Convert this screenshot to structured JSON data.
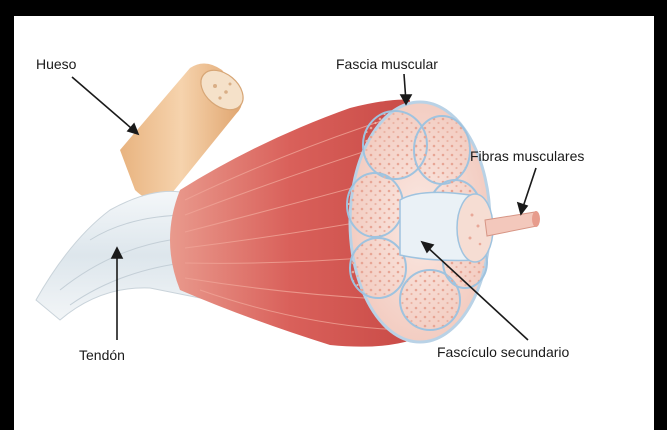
{
  "labels": {
    "hueso": "Hueso",
    "fascia": "Fascia muscular",
    "fibras": "Fibras musculares",
    "tendon": "Tendón",
    "fasciculo": "Fascículo secundario"
  },
  "colors": {
    "border": "#000000",
    "background": "#ffffff",
    "bone": "#f0c9a0",
    "tendon": "#e9eef2",
    "muscle": "#d9605a",
    "fascicle": "#f7dcd6",
    "fiber": "#f2b8a8"
  }
}
